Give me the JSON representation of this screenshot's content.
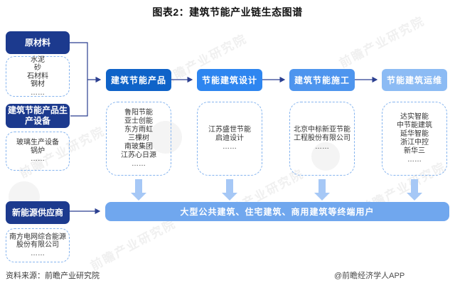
{
  "title": "图表2：建筑节能产业链生态图谱",
  "watermark": {
    "text": "前瞻产业研究院"
  },
  "upstream": {
    "groups": [
      {
        "label": "原材料",
        "items": [
          "水泥",
          "砂",
          "石材料",
          "钢材",
          "……"
        ]
      },
      {
        "label": "建筑节能产品生产设备",
        "items": [
          "玻璃生产设备",
          "锅炉",
          "……"
        ]
      }
    ]
  },
  "supplier": {
    "label": "新能源供应商",
    "items": [
      "南方电网综合能源股份有限公司",
      "……"
    ]
  },
  "chain": {
    "stages": [
      {
        "label": "建筑节能产品",
        "color": "#0f63c8",
        "companies": [
          "鲁阳节能",
          "亚士创能",
          "东方雨虹",
          "三棵树",
          "南玻集团",
          "江苏心日源",
          "……"
        ]
      },
      {
        "label": "节能建筑设计",
        "color": "#2e86f0",
        "companies": [
          "江苏盛世节能",
          "启迪设计",
          "……"
        ]
      },
      {
        "label": "建筑节能施工",
        "color": "#4e95ee",
        "companies": [
          "北京中标新亚节能",
          "工程股份有限公司",
          "……"
        ]
      },
      {
        "label": "节能建筑运维",
        "color": "#8cbbf4",
        "companies": [
          "达实智能",
          "中节能建筑",
          "延华智能",
          "浙江中控",
          "新华三",
          "……"
        ]
      }
    ]
  },
  "downstream": {
    "label": "大型公共建筑、住宅建筑、商用建筑等终端用户",
    "color": "#70a7ee"
  },
  "footer": {
    "source": "资料来源：前瞻产业研究院",
    "credit": "@前瞻经济学人APP"
  },
  "colors": {
    "dark_node": "#1c3a8e",
    "dashed_border": "#85b4ef",
    "connector": "#2b3f90",
    "block_arrow": "#a6c8f6"
  }
}
